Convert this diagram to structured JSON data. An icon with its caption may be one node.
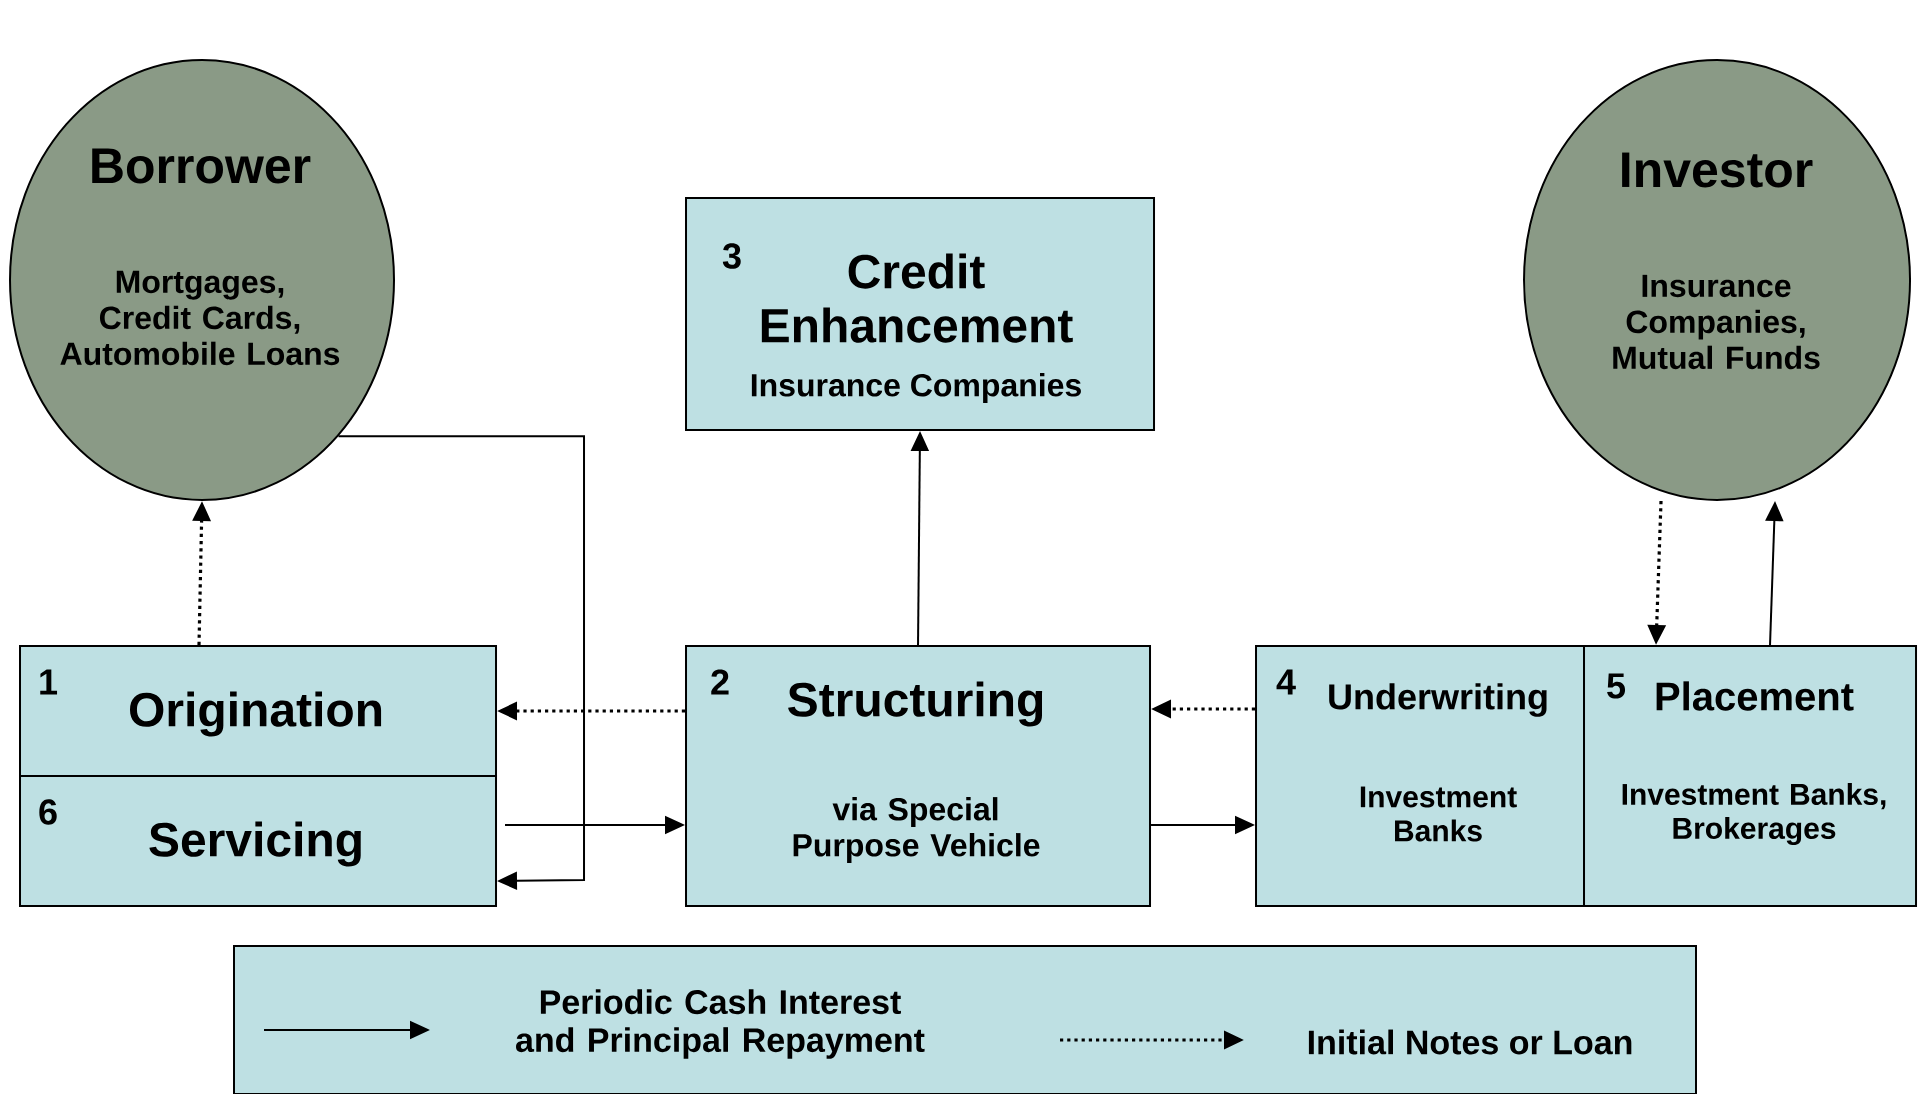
{
  "diagram": {
    "nodes": [
      {
        "text": [
          "Borrower",
          "Mortgages, Credit Cards, Automobile Loans"
        ]
      },
      {
        "text": [
          "3",
          "Credit Enhancement",
          "Insurance Companies"
        ]
      },
      {
        "text": [
          "Investor",
          "Insurance Companies, Mutual Funds"
        ]
      },
      {
        "text": [
          "1",
          "Origination"
        ]
      },
      {
        "text": [
          "6",
          "Servicing"
        ]
      },
      {
        "text": [
          "2",
          "Structuring",
          "via Special Purpose Vehicle"
        ]
      },
      {
        "text": [
          "4",
          "Underwriting",
          "Investment Banks"
        ]
      },
      {
        "text": [
          "5",
          "Placement",
          "Investment Banks, Brokerages"
        ]
      }
    ],
    "edges": [
      {
        "from": 3,
        "to": 0,
        "arrow": "to",
        "style": "dashed"
      },
      {
        "from": 0,
        "to": 4,
        "arrow": "to"
      },
      {
        "from": 5,
        "to": 3,
        "arrow": "to",
        "style": "dashed"
      },
      {
        "from": 4,
        "to": 5,
        "arrow": "to"
      },
      {
        "from": 5,
        "to": 1,
        "arrow": "to"
      },
      {
        "from": 6,
        "to": 5,
        "arrow": "to",
        "style": "dashed"
      },
      {
        "from": 5,
        "to": 6,
        "arrow": "to"
      },
      {
        "from": 2,
        "to": 7,
        "arrow": "to",
        "style": "dashed"
      },
      {
        "from": 7,
        "to": 2,
        "arrow": "to"
      }
    ],
    "legend": [
      {
        "text": "Periodic Cash Interest and Principal Repayment"
      },
      {
        "text": "Initial Notes or Loan"
      }
    ]
  }
}
